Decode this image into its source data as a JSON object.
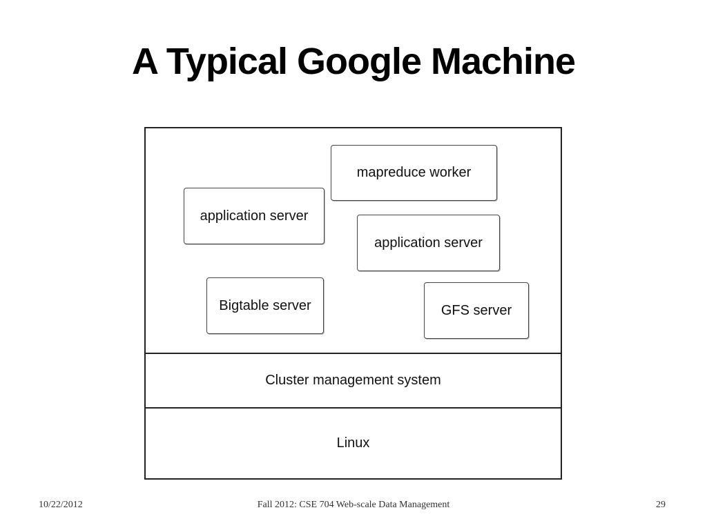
{
  "slide": {
    "title": "A Typical Google Machine"
  },
  "diagram": {
    "components": {
      "mapreduce_worker": "mapreduce worker",
      "application_server_left": "application server",
      "application_server_right": "application server",
      "bigtable_server": "Bigtable server",
      "gfs_server": "GFS server"
    },
    "layers": {
      "cluster_management": "Cluster management system",
      "linux": "Linux"
    }
  },
  "footer": {
    "date": "10/22/2012",
    "course": "Fall 2012: CSE 704 Web-scale Data Management",
    "page_number": "29"
  }
}
